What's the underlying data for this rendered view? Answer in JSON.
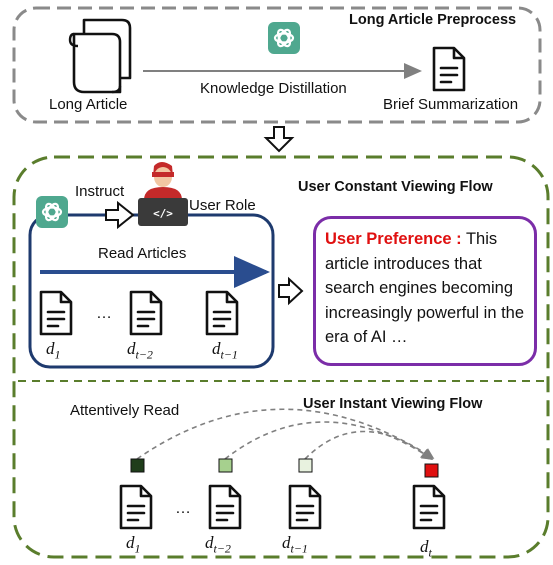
{
  "preprocess": {
    "title": "Long Article Preprocess",
    "source_label": "Long Article",
    "process_label": "Knowledge Distillation",
    "output_label": "Brief Summarization"
  },
  "constant_flow": {
    "title": "User Constant Viewing Flow",
    "instruct_label": "Instruct",
    "user_role_label": "User Role",
    "read_label": "Read Articles",
    "preference_heading": "User Preference :",
    "preference_text": "This article introduces that search engines becoming increasingly powerful in the era of AI …",
    "ellipsis": "…",
    "docs": [
      {
        "base": "d",
        "sub": "1"
      },
      {
        "base": "d",
        "sub": "t−2"
      },
      {
        "base": "d",
        "sub": "t−1"
      }
    ]
  },
  "instant_flow": {
    "title": "User Instant Viewing Flow",
    "attentive_label": "Attentively Read",
    "ellipsis": "…",
    "docs": [
      {
        "base": "d",
        "sub": "1"
      },
      {
        "base": "d",
        "sub": "t−2"
      },
      {
        "base": "d",
        "sub": "t−1"
      },
      {
        "base": "d",
        "sub": "t"
      }
    ],
    "attention_colors": [
      "#1f3d1a",
      "#a6d08e",
      "#e8f2df",
      "#e01010"
    ]
  },
  "colors": {
    "gray_border": "#8a8a8a",
    "green_border": "#5a7d2c",
    "navy": "#1e3a6e",
    "purple": "#7b2da8",
    "highlight_red": "#e01010",
    "openai_green": "#4fa88f"
  }
}
